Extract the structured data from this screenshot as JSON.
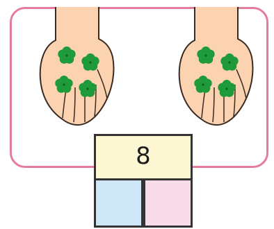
{
  "number_bond": {
    "whole": "8",
    "part_left": "",
    "part_right": ""
  },
  "hands": {
    "left": {
      "flowers": 4
    },
    "right": {
      "flowers": 4
    }
  },
  "icons": {
    "hand": "open-hand-icon",
    "flower": "green-flower-icon"
  },
  "colors": {
    "frame_border": "#e57c9b",
    "skin": "#fbd3b0",
    "skin_outline": "#3a2a22",
    "flower": "#1f9a3b",
    "whole_box": "#fdf7d4",
    "part_left_box": "#cfe6f7",
    "part_right_box": "#f8dcea",
    "box_border": "#333333"
  }
}
